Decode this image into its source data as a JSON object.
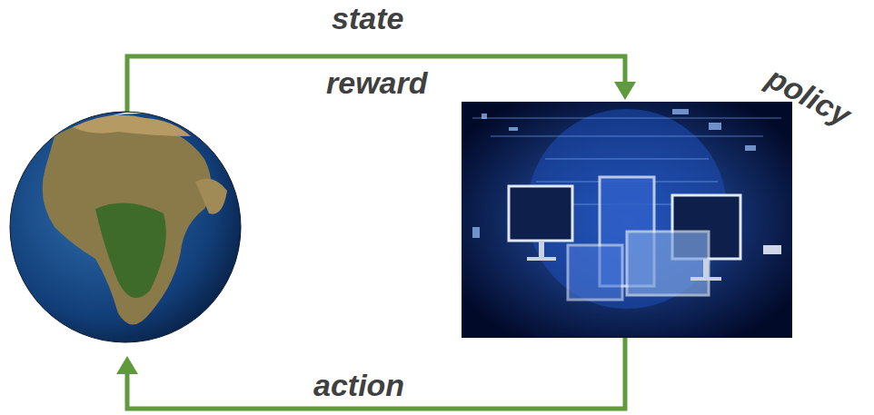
{
  "diagram": {
    "labels": [
      "state",
      "reward",
      "action",
      "policy"
    ]
  }
}
